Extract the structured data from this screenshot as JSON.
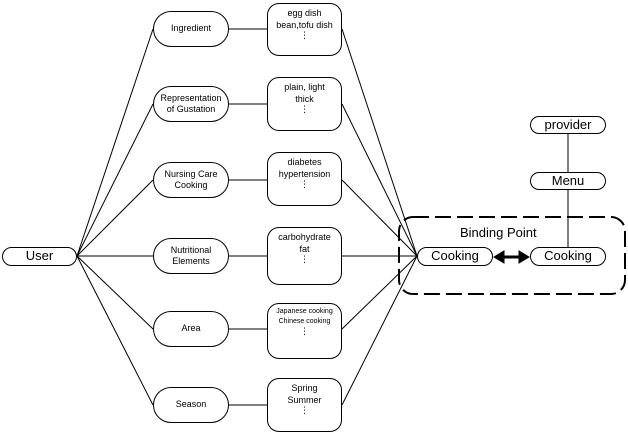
{
  "user": "User",
  "categories": [
    {
      "label": "Ingredient",
      "examples": [
        "egg dish",
        "bean,tofu dish"
      ]
    },
    {
      "label": "Representation of Gustation",
      "examples": [
        "plain, light",
        "thick"
      ]
    },
    {
      "label": "Nursing Care Cooking",
      "examples": [
        "diabetes",
        "hypertension"
      ]
    },
    {
      "label": "Nutritional Elements",
      "examples": [
        "carbohydrate",
        "fat"
      ]
    },
    {
      "label": "Area",
      "examples": [
        "Japanese cooking",
        "Chinese cooking"
      ]
    },
    {
      "label": "Season",
      "examples": [
        "Spring",
        "Summer"
      ]
    }
  ],
  "ellipsis": "⋮",
  "binding": {
    "label": "Binding Point",
    "left_cooking": "Cooking",
    "right_cooking": "Cooking"
  },
  "menu": "Menu",
  "provider": "provider"
}
